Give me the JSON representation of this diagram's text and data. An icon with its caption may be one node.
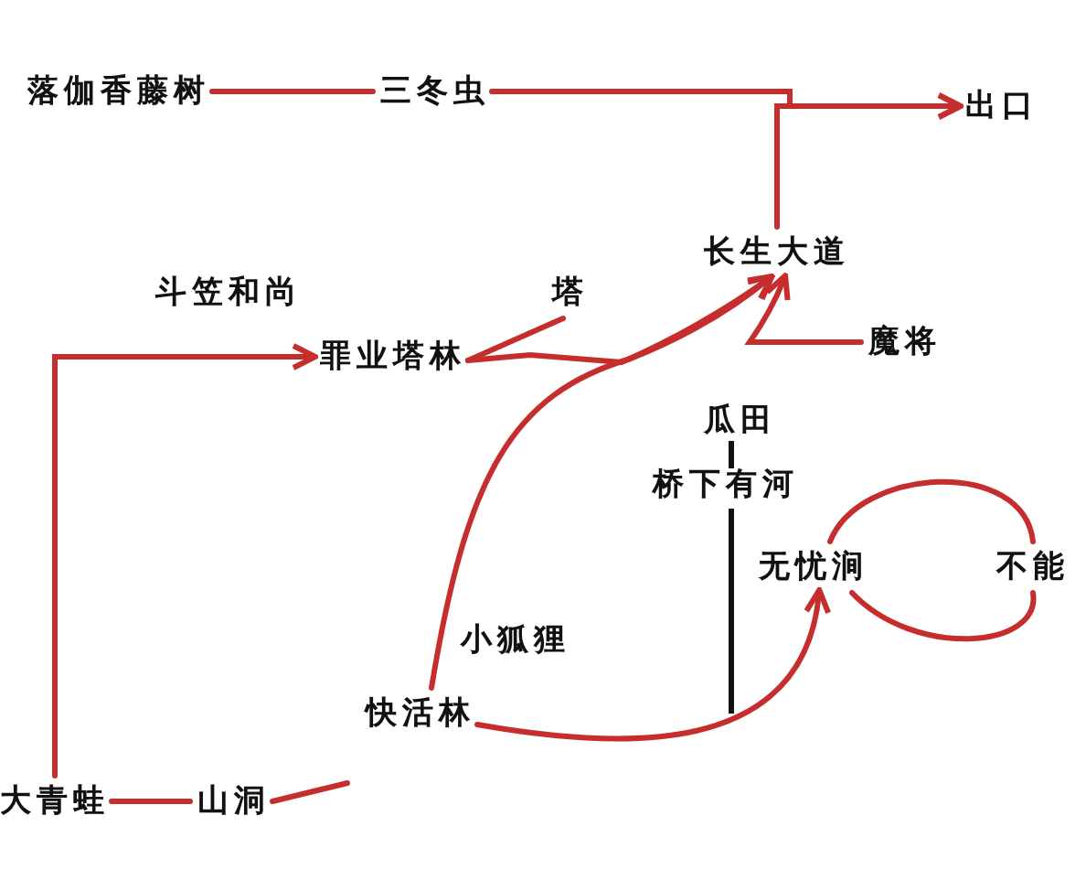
{
  "diagram": {
    "nodes": [
      {
        "text": [
          "落伽香藤树"
        ]
      },
      {
        "text": [
          "三冬虫"
        ]
      },
      {
        "text": [
          "出口"
        ]
      },
      {
        "text": [
          "长生大道"
        ]
      },
      {
        "text": [
          "罪业塔林"
        ]
      },
      {
        "text": [
          "塔"
        ]
      },
      {
        "text": [
          "魔将"
        ]
      },
      {
        "text": [
          "无忧涧"
        ]
      },
      {
        "text": [
          "不能"
        ]
      },
      {
        "text": [
          "快活林"
        ]
      },
      {
        "text": [
          "大青蛙"
        ]
      },
      {
        "text": [
          "山洞"
        ]
      }
    ],
    "edges": [
      {
        "from": 0,
        "to": 1,
        "arrow": "none"
      },
      {
        "from": 1,
        "to": 2,
        "arrow": "to"
      },
      {
        "from": 3,
        "to": 2,
        "arrow": "to"
      },
      {
        "from": 4,
        "to": 5,
        "arrow": "none"
      },
      {
        "from": 4,
        "to": 3,
        "arrow": "to"
      },
      {
        "from": 6,
        "to": 3,
        "arrow": "to"
      },
      {
        "from": 9,
        "to": 3,
        "arrow": "to"
      },
      {
        "from": 10,
        "to": 4,
        "arrow": "to"
      },
      {
        "from": 10,
        "to": 11,
        "arrow": "none"
      },
      {
        "from": 11,
        "to": null,
        "arrow": "none"
      },
      {
        "from": 9,
        "to": 7,
        "arrow": "to"
      },
      {
        "from": 7,
        "to": 8,
        "arrow": "none"
      },
      {
        "from": 8,
        "to": 7,
        "arrow": "none"
      }
    ],
    "labels": [
      "斗笠和尚",
      "瓜田",
      "桥下有河",
      "小狐狸"
    ]
  }
}
